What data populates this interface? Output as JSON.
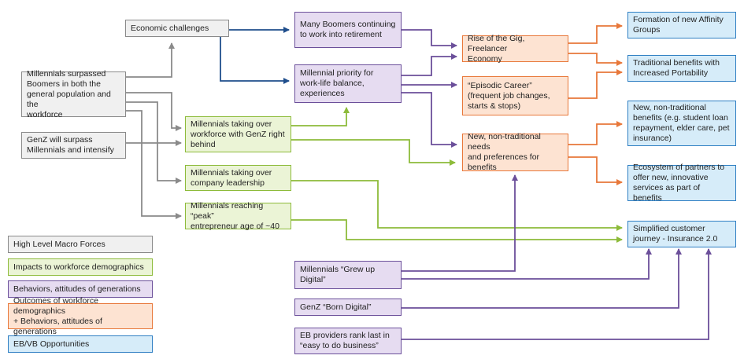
{
  "nodes": {
    "economic": "Economic challenges",
    "millennials_surpassed": "Millennials surpassed\nBoomers in both the\ngeneral population and the\nworkforce",
    "genz_surpass": "GenZ will surpass\nMillennials and intensify",
    "mil_taking_over_workforce": "Millennials taking over\nworkforce with GenZ right\nbehind",
    "mil_taking_over_leadership": "Millennials taking over\ncompany leadership",
    "mil_peak": "Millennials reaching “peak”\nentrepreneur age of ~40",
    "boomers_working": "Many Boomers continuing\nto work into retirement",
    "mil_priority": "Millennial priority for\nwork-life balance,\nexperiences",
    "mil_grew_up": "Millennials “Grew up\nDigital”",
    "genz_born": "GenZ “Born Digital”",
    "eb_rank": "EB providers rank last in\n“easy to do business”",
    "gig": "Rise of the Gig, Freelancer\nEconomy",
    "episodic": "“Episodic Career”\n(frequent job changes,\nstarts & stops)",
    "needs": "New, non-traditional needs\nand preferences for\nbenefits",
    "affinity": "Formation of new Affinity\nGroups",
    "traditional": "Traditional benefits with\nIncreased Portability",
    "nontrad_benefits": "New, non-traditional\nbenefits (e.g. student loan\nrepayment, elder care, pet\ninsurance)",
    "ecosystem": "Ecosystem of partners to\noffer new, innovative\nservices as part of benefits",
    "simplified": "Simplified customer\njourney - Insurance 2.0"
  },
  "legend": {
    "macro": "High Level Macro Forces",
    "impacts": "Impacts to workforce demographics",
    "behaviors": "Behaviors, attitudes of generations",
    "outcomes": "Outcomes of workforce demographics\n+ Behaviors, attitudes of generations",
    "opportunities": "EB/VB Opportunities"
  },
  "colors": {
    "gray": "#8a8a8a",
    "green": "#8dbb3a",
    "purple": "#6b4f9a",
    "orange": "#e8783a",
    "blue": "#2f7fc3",
    "navy": "#1f4e8c"
  }
}
